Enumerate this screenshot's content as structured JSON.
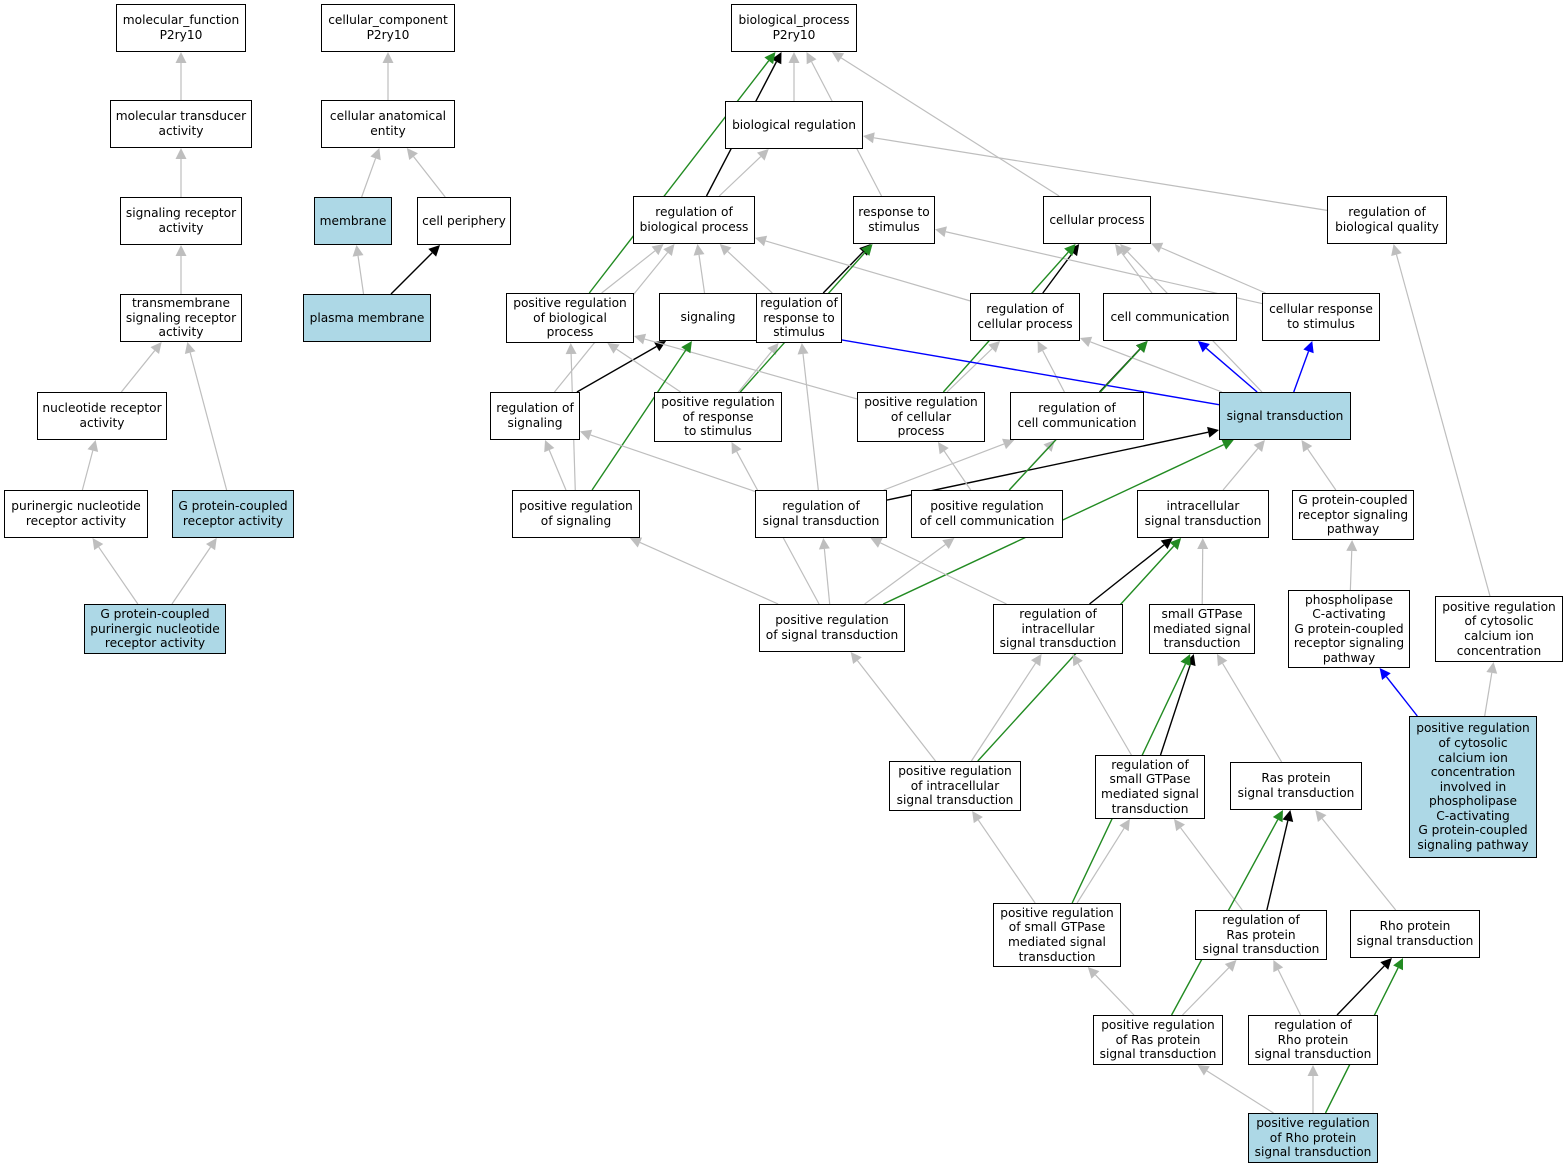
{
  "colors": {
    "is_a": "#bebebe",
    "part_of": "#000000",
    "regulates": "#0000ff",
    "positively_regulates": "#228b22",
    "highlight_fill": "#add8e6"
  },
  "nodes": {
    "mf": "molecular_function\nP2ry10",
    "mta": "molecular transducer\nactivity",
    "sra": "signaling receptor\nactivity",
    "tmsra": "transmembrane\nsignaling receptor\nactivity",
    "nra": "nucleotide receptor\nactivity",
    "pnra": "purinergic nucleotide\nreceptor activity",
    "gpcr": "G protein-coupled\nreceptor activity",
    "gppnra": "G protein-coupled\npurinergic nucleotide\nreceptor activity",
    "cc": "cellular_component\nP2ry10",
    "cae": "cellular anatomical\nentity",
    "mem": "membrane",
    "cper": "cell periphery",
    "pm": "plasma membrane",
    "bp": "biological_process\nP2ry10",
    "breg": "biological regulation",
    "rbp": "regulation of\nbiological process",
    "rts": "response to\nstimulus",
    "cp": "cellular process",
    "rbq": "regulation of\nbiological quality",
    "prbp": "positive regulation\nof biological\nprocess",
    "sig": "signaling",
    "rrs": "regulation of\nresponse to\nstimulus",
    "rcp": "regulation of\ncellular process",
    "ccomm": "cell communication",
    "crs": "cellular response\nto stimulus",
    "rsig": "regulation of\nsignaling",
    "prrs": "positive regulation\nof response\nto stimulus",
    "prcp": "positive regulation\nof cellular\nprocess",
    "rcc": "regulation of\ncell communication",
    "st": "signal transduction",
    "prsig": "positive regulation\nof signaling",
    "rst": "regulation of\nsignal transduction",
    "prcc": "positive regulation\nof cell communication",
    "ist": "intracellular\nsignal transduction",
    "gpcrsp": "G protein-coupled\nreceptor signaling\npathway",
    "prst": "positive regulation\nof signal transduction",
    "rist": "regulation of\nintracellular\nsignal transduction",
    "sgtp": "small GTPase\nmediated signal\ntransduction",
    "plc": "phospholipase\nC-activating\nG protein-coupled\nreceptor signaling\npathway",
    "prcci": "positive regulation\nof cytosolic\ncalcium ion\nconcentration",
    "prist": "positive regulation\nof intracellular\nsignal transduction",
    "rsgtp": "regulation of\nsmall GTPase\nmediated signal\ntransduction",
    "ras": "Ras protein\nsignal transduction",
    "prccip": "positive regulation\nof cytosolic\ncalcium ion\nconcentration\ninvolved in\nphospholipase\nC-activating\nG protein-coupled\nsignaling pathway",
    "prsgtp": "positive regulation\nof small GTPase\nmediated signal\ntransduction",
    "rras": "regulation of\nRas protein\nsignal transduction",
    "rho": "Rho protein\nsignal transduction",
    "prras": "positive regulation\nof Ras protein\nsignal transduction",
    "rrho": "regulation of\nRho protein\nsignal transduction",
    "prrho": "positive regulation\nof Rho protein\nsignal transduction"
  },
  "highlighted": [
    "gpcr",
    "gppnra",
    "mem",
    "pm",
    "st",
    "prccip",
    "prrho"
  ],
  "edges": [
    [
      "mta",
      "mf",
      "is_a"
    ],
    [
      "sra",
      "mta",
      "is_a"
    ],
    [
      "tmsra",
      "sra",
      "is_a"
    ],
    [
      "nra",
      "tmsra",
      "is_a"
    ],
    [
      "gpcr",
      "tmsra",
      "is_a"
    ],
    [
      "pnra",
      "nra",
      "is_a"
    ],
    [
      "gppnra",
      "pnra",
      "is_a"
    ],
    [
      "gppnra",
      "gpcr",
      "is_a"
    ],
    [
      "cae",
      "cc",
      "is_a"
    ],
    [
      "mem",
      "cae",
      "is_a"
    ],
    [
      "cper",
      "cae",
      "is_a"
    ],
    [
      "pm",
      "mem",
      "is_a"
    ],
    [
      "pm",
      "cper",
      "part_of"
    ],
    [
      "breg",
      "bp",
      "is_a"
    ],
    [
      "rts",
      "bp",
      "is_a"
    ],
    [
      "cp",
      "bp",
      "is_a"
    ],
    [
      "rbp",
      "breg",
      "is_a"
    ],
    [
      "rbp",
      "bp",
      "part_of"
    ],
    [
      "rbq",
      "breg",
      "is_a"
    ],
    [
      "prbp",
      "rbp",
      "is_a"
    ],
    [
      "prbp",
      "bp",
      "positively_regulates"
    ],
    [
      "sig",
      "rbp",
      "is_a"
    ],
    [
      "rrs",
      "rbp",
      "is_a"
    ],
    [
      "rrs",
      "rts",
      "part_of"
    ],
    [
      "rcp",
      "rbp",
      "is_a"
    ],
    [
      "rcp",
      "cp",
      "part_of"
    ],
    [
      "ccomm",
      "cp",
      "is_a"
    ],
    [
      "crs",
      "rts",
      "is_a"
    ],
    [
      "crs",
      "cp",
      "is_a"
    ],
    [
      "rsig",
      "rbp",
      "is_a"
    ],
    [
      "rsig",
      "sig",
      "part_of"
    ],
    [
      "prrs",
      "prbp",
      "is_a"
    ],
    [
      "prrs",
      "rrs",
      "is_a"
    ],
    [
      "prrs",
      "rts",
      "positively_regulates"
    ],
    [
      "prcp",
      "prbp",
      "is_a"
    ],
    [
      "prcp",
      "rcp",
      "is_a"
    ],
    [
      "prcp",
      "cp",
      "positively_regulates"
    ],
    [
      "rcc",
      "rcp",
      "is_a"
    ],
    [
      "rcc",
      "ccomm",
      "part_of"
    ],
    [
      "st",
      "sig",
      "regulates"
    ],
    [
      "st",
      "ccomm",
      "regulates"
    ],
    [
      "st",
      "crs",
      "regulates"
    ],
    [
      "st",
      "rcp",
      "is_a"
    ],
    [
      "st",
      "cp",
      "is_a"
    ],
    [
      "prsig",
      "prbp",
      "is_a"
    ],
    [
      "prsig",
      "rsig",
      "is_a"
    ],
    [
      "prsig",
      "sig",
      "positively_regulates"
    ],
    [
      "rst",
      "rsig",
      "is_a"
    ],
    [
      "rst",
      "rcc",
      "is_a"
    ],
    [
      "rst",
      "rrs",
      "is_a"
    ],
    [
      "rst",
      "st",
      "part_of"
    ],
    [
      "prcc",
      "prcp",
      "is_a"
    ],
    [
      "prcc",
      "rcc",
      "is_a"
    ],
    [
      "prcc",
      "ccomm",
      "positively_regulates"
    ],
    [
      "ist",
      "st",
      "is_a"
    ],
    [
      "gpcrsp",
      "st",
      "is_a"
    ],
    [
      "prst",
      "prsig",
      "is_a"
    ],
    [
      "prst",
      "rst",
      "is_a"
    ],
    [
      "prst",
      "prcc",
      "is_a"
    ],
    [
      "prst",
      "prrs",
      "is_a"
    ],
    [
      "prst",
      "st",
      "positively_regulates"
    ],
    [
      "rist",
      "rst",
      "is_a"
    ],
    [
      "rist",
      "ist",
      "part_of"
    ],
    [
      "sgtp",
      "ist",
      "is_a"
    ],
    [
      "plc",
      "gpcrsp",
      "is_a"
    ],
    [
      "prcci",
      "rbq",
      "is_a"
    ],
    [
      "prist",
      "prst",
      "is_a"
    ],
    [
      "prist",
      "rist",
      "is_a"
    ],
    [
      "prist",
      "ist",
      "positively_regulates"
    ],
    [
      "rsgtp",
      "rist",
      "is_a"
    ],
    [
      "rsgtp",
      "sgtp",
      "part_of"
    ],
    [
      "ras",
      "sgtp",
      "is_a"
    ],
    [
      "prccip",
      "plc",
      "regulates"
    ],
    [
      "prccip",
      "prcci",
      "is_a"
    ],
    [
      "prsgtp",
      "prist",
      "is_a"
    ],
    [
      "prsgtp",
      "rsgtp",
      "is_a"
    ],
    [
      "prsgtp",
      "sgtp",
      "positively_regulates"
    ],
    [
      "rras",
      "rsgtp",
      "is_a"
    ],
    [
      "rras",
      "ras",
      "part_of"
    ],
    [
      "rho",
      "ras",
      "is_a"
    ],
    [
      "prras",
      "prsgtp",
      "is_a"
    ],
    [
      "prras",
      "rras",
      "is_a"
    ],
    [
      "prras",
      "ras",
      "positively_regulates"
    ],
    [
      "rrho",
      "rras",
      "is_a"
    ],
    [
      "rrho",
      "rho",
      "part_of"
    ],
    [
      "prrho",
      "prras",
      "is_a"
    ],
    [
      "prrho",
      "rrho",
      "is_a"
    ],
    [
      "prrho",
      "rho",
      "positively_regulates"
    ]
  ]
}
